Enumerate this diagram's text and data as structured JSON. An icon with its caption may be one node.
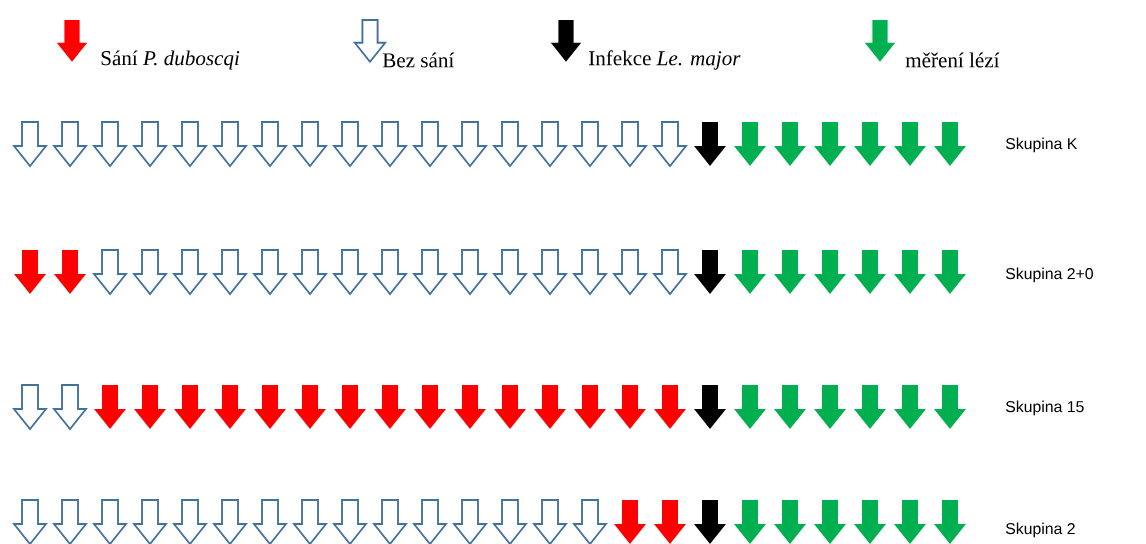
{
  "diagram": {
    "labels": [
      "Skupina K",
      "Skupina 2+0",
      "Skupina 15",
      "Skupina 2"
    ],
    "legend": [
      {
        "text": "Sání *P. duboscqi*"
      },
      {
        "text": "Bez sání"
      },
      {
        "text": "Infekce *Le. major*"
      },
      {
        "text": "měření lézí"
      }
    ]
  }
}
